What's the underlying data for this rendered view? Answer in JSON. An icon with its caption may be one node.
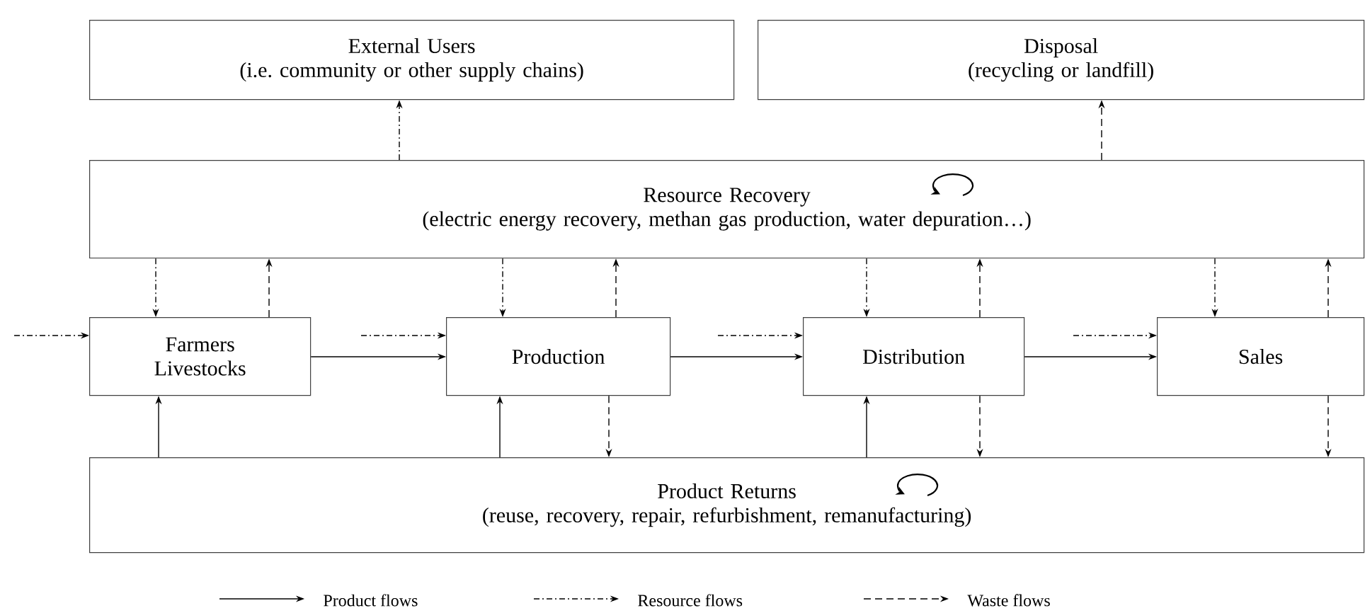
{
  "diagram": {
    "nodes": [
      {
        "text": [
          "External Users",
          "(i.e. community or other supply chains)"
        ]
      },
      {
        "text": [
          "Disposal",
          "(recycling or landfill)"
        ]
      },
      {
        "text": [
          "Resource Recovery",
          "(electric energy recovery, methan gas production, water depuration…)"
        ]
      },
      {
        "text": [
          "Farmers Livestocks"
        ]
      },
      {
        "text": [
          "Production"
        ]
      },
      {
        "text": [
          "Distribution"
        ]
      },
      {
        "text": [
          "Sales"
        ]
      },
      {
        "text": [
          "Product Returns",
          "(reuse, recovery, repair, refurbishment, remanufacturing)"
        ]
      }
    ],
    "edges": [
      {
        "from": 2,
        "to": 0,
        "arrow": "to",
        "style": "dashed"
      },
      {
        "from": 2,
        "to": 1,
        "arrow": "to",
        "style": "dashed"
      },
      {
        "from": 2,
        "to": 3,
        "arrow": "to",
        "style": "dashed"
      },
      {
        "from": 3,
        "to": 2,
        "arrow": "to",
        "style": "dashed"
      },
      {
        "from": 2,
        "to": 4,
        "arrow": "to",
        "style": "dashed"
      },
      {
        "from": 4,
        "to": 2,
        "arrow": "to",
        "style": "dashed"
      },
      {
        "from": 2,
        "to": 5,
        "arrow": "to",
        "style": "dashed"
      },
      {
        "from": 5,
        "to": 2,
        "arrow": "to",
        "style": "dashed"
      },
      {
        "from": 2,
        "to": 6,
        "arrow": "to",
        "style": "dashed"
      },
      {
        "from": 6,
        "to": 2,
        "arrow": "to",
        "style": "dashed"
      },
      {
        "from": null,
        "to": 3,
        "arrow": "to",
        "style": "dashed"
      },
      {
        "from": null,
        "to": 4,
        "arrow": "to",
        "style": "dashed"
      },
      {
        "from": null,
        "to": 5,
        "arrow": "to",
        "style": "dashed"
      },
      {
        "from": null,
        "to": 6,
        "arrow": "to",
        "style": "dashed"
      },
      {
        "from": 3,
        "to": 4,
        "arrow": "to"
      },
      {
        "from": 4,
        "to": 5,
        "arrow": "to"
      },
      {
        "from": 5,
        "to": 6,
        "arrow": "to"
      },
      {
        "from": 7,
        "to": 3,
        "arrow": "to"
      },
      {
        "from": 7,
        "to": 4,
        "arrow": "to"
      },
      {
        "from": 4,
        "to": 7,
        "arrow": "to",
        "style": "dashed"
      },
      {
        "from": 7,
        "to": 5,
        "arrow": "to"
      },
      {
        "from": 5,
        "to": 7,
        "arrow": "to",
        "style": "dashed"
      },
      {
        "from": 6,
        "to": 7,
        "arrow": "to",
        "style": "dashed"
      }
    ],
    "legend": [
      {
        "text": "Product flows"
      },
      {
        "text": "Resource flows"
      },
      {
        "text": "Waste flows"
      }
    ]
  }
}
